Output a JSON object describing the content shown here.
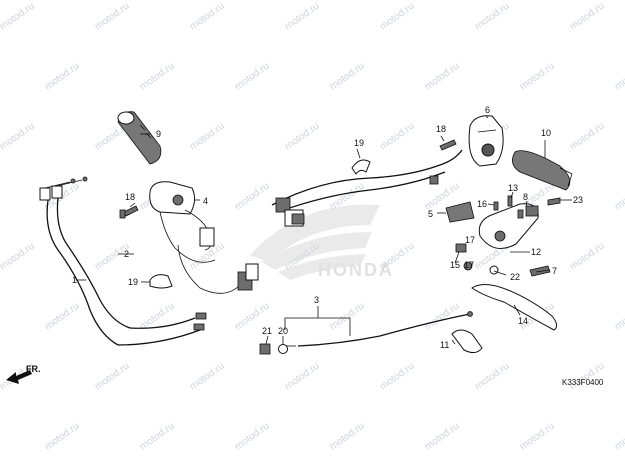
{
  "watermark": {
    "text": "motod.ru"
  },
  "diagram_code": "K333F0400",
  "direction_label": "FR.",
  "brand_text": "HONDA",
  "callouts": {
    "c1": "1",
    "c2": "2",
    "c3": "3",
    "c4": "4",
    "c5": "5",
    "c6": "6",
    "c7": "7",
    "c8": "8",
    "c9": "9",
    "c10": "10",
    "c11": "11",
    "c12": "12",
    "c13": "13",
    "c14": "14",
    "c15": "15",
    "c16": "16",
    "c17": "17",
    "c18a": "18",
    "c18b": "18",
    "c19a": "19",
    "c19b": "19",
    "c20": "20",
    "c21": "21",
    "c22": "22",
    "c23": "23"
  }
}
